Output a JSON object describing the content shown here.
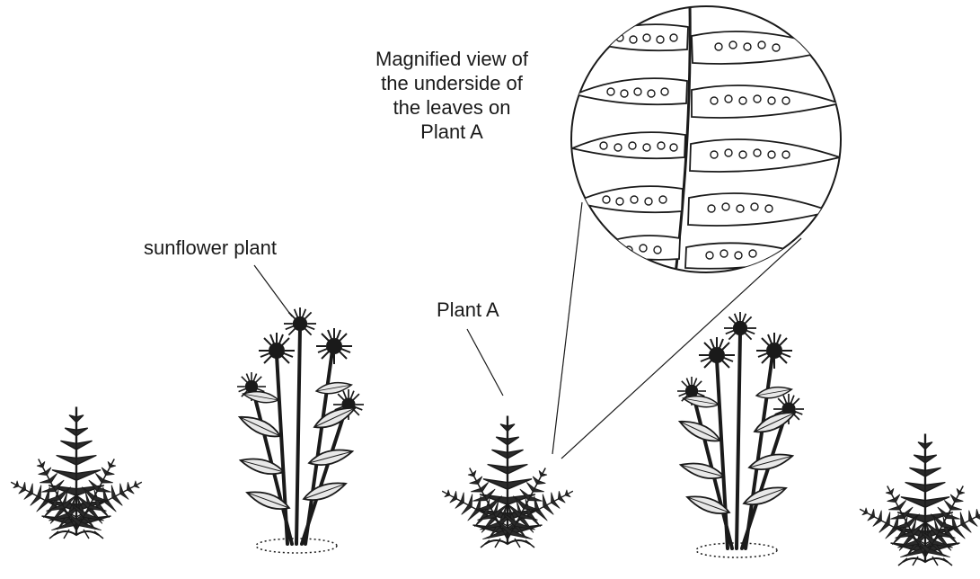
{
  "labels": {
    "magnified_lines": [
      "Magnified view of",
      "the underside of",
      "the leaves on",
      "Plant A"
    ],
    "sunflower": "sunflower plant",
    "plant_a": "Plant A"
  },
  "colors": {
    "ink": "#1a1a1a",
    "background": "#ffffff"
  }
}
